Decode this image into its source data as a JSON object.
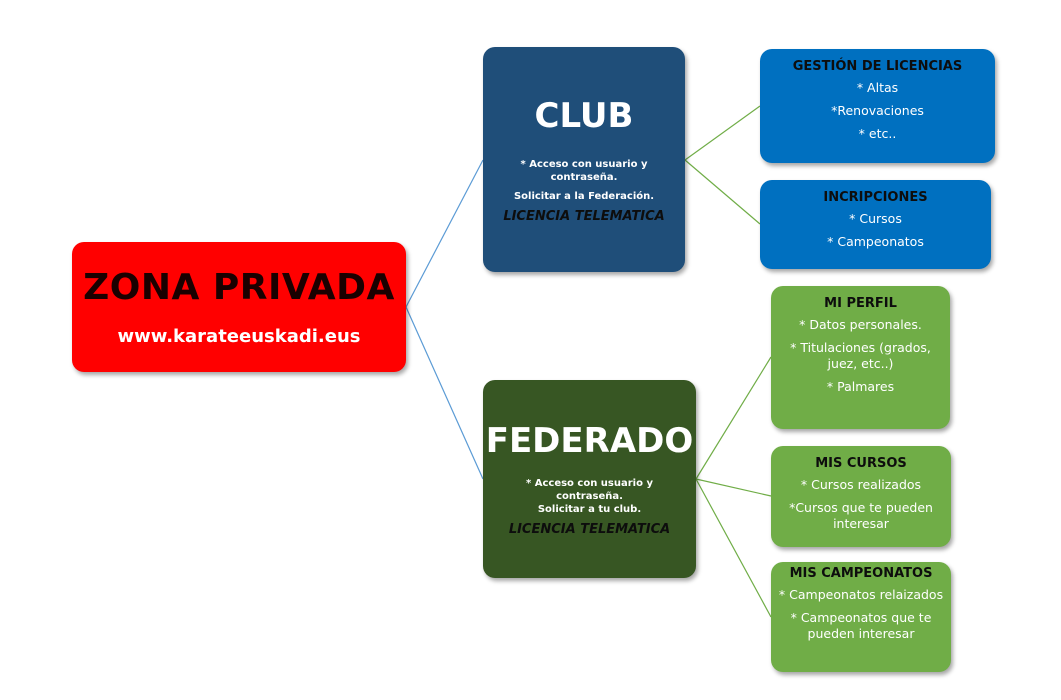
{
  "root": {
    "title": "ZONA PRIVADA",
    "url": "www.karateeuskadi.eus",
    "color": "#ff0000"
  },
  "club": {
    "title": "CLUB",
    "desc": [
      "* Acceso con usuario y",
      "contraseña.",
      "Solicitar a la Federación."
    ],
    "license": "LICENCIA TELEMATICA",
    "color": "#1f4e79"
  },
  "federado": {
    "title": "FEDERADO",
    "desc": [
      "* Acceso con usuario y contraseña.",
      "Solicitar a tu club."
    ],
    "license": "LICENCIA TELEMATICA",
    "color": "#375623"
  },
  "club_children": [
    {
      "title": "GESTIÓN DE LICENCIAS",
      "items": [
        "* Altas",
        "*Renovaciones",
        "* etc.."
      ]
    },
    {
      "title": "INCRIPCIONES",
      "items": [
        "* Cursos",
        "* Campeonatos"
      ]
    }
  ],
  "federado_children": [
    {
      "title": "MI PERFIL",
      "items": [
        "* Datos personales.",
        "* Titulaciones (grados, juez, etc..)",
        "* Palmares"
      ]
    },
    {
      "title": "MIS CURSOS",
      "items": [
        "* Cursos realizados",
        "*Cursos que te pueden interesar"
      ]
    },
    {
      "title": "MIS CAMPEONATOS",
      "items": [
        "* Campeonatos relaizados",
        "* Campeonatos que te pueden interesar"
      ]
    }
  ],
  "colors": {
    "leaf_blue": "#0070c0",
    "leaf_green": "#70ad47",
    "connector_blue": "#5b9bd5",
    "connector_green": "#70ad47"
  }
}
